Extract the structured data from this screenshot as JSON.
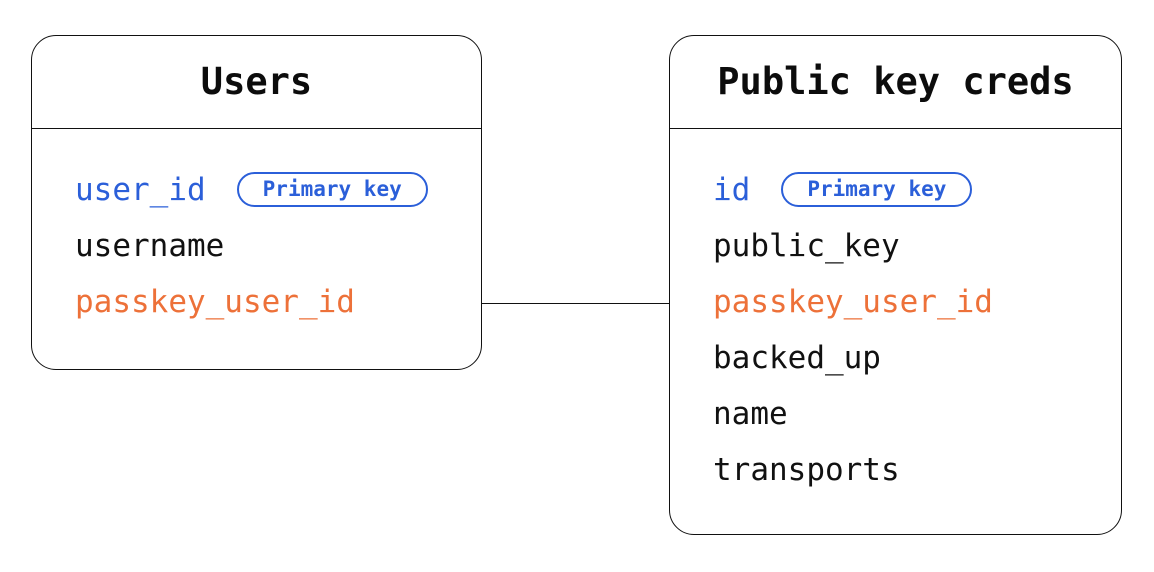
{
  "diagram": {
    "colors": {
      "primary_blue": "#2b5fd9",
      "accent_orange": "#ed7139",
      "line": "#111111",
      "background": "#ffffff"
    },
    "relationship": {
      "from": "Users.passkey_user_id",
      "to": "Public key creds.passkey_user_id"
    },
    "tables": [
      {
        "name": "Users",
        "fields": [
          {
            "name": "user_id",
            "color": "#2b5fd9",
            "badge": "Primary key"
          },
          {
            "name": "username",
            "color": "#111111"
          },
          {
            "name": "passkey_user_id",
            "color": "#ed7139"
          }
        ]
      },
      {
        "name": "Public key creds",
        "fields": [
          {
            "name": "id",
            "color": "#2b5fd9",
            "badge": "Primary key"
          },
          {
            "name": "public_key",
            "color": "#111111"
          },
          {
            "name": "passkey_user_id",
            "color": "#ed7139"
          },
          {
            "name": "backed_up",
            "color": "#111111"
          },
          {
            "name": "name",
            "color": "#111111"
          },
          {
            "name": "transports",
            "color": "#111111"
          }
        ]
      }
    ]
  }
}
